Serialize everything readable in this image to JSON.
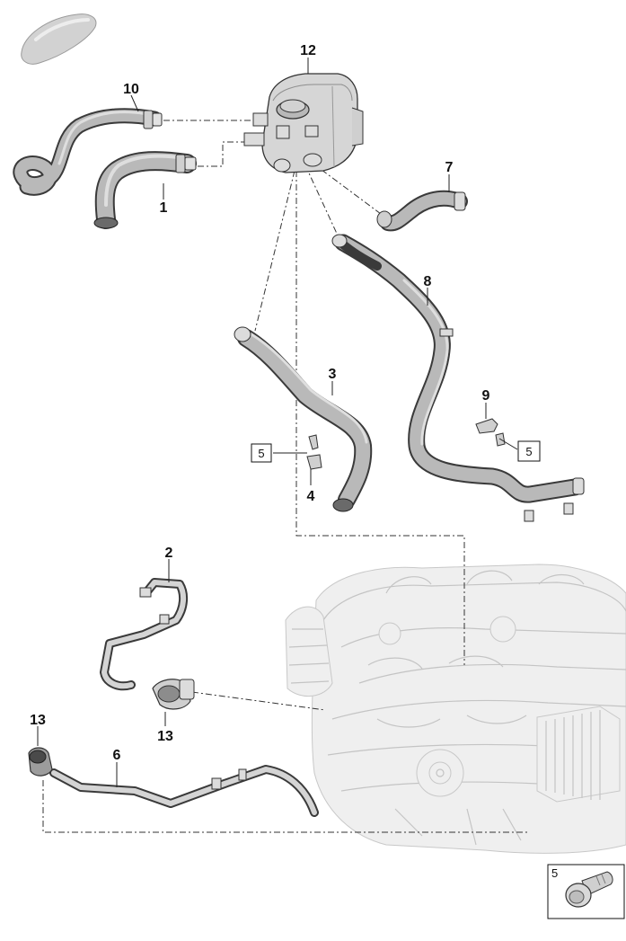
{
  "callouts": {
    "c1": "1",
    "c2": "2",
    "c3": "3",
    "c4": "4",
    "c6": "6",
    "c7": "7",
    "c8": "8",
    "c9": "9",
    "c10": "10",
    "c12": "12",
    "c13a": "13",
    "c13b": "13"
  },
  "boxed": {
    "b5a": "5",
    "b5b": "5",
    "b5c": "5"
  },
  "icons": {
    "vehicle": "car-silhouette-icon",
    "bolt": "bolt-icon"
  }
}
